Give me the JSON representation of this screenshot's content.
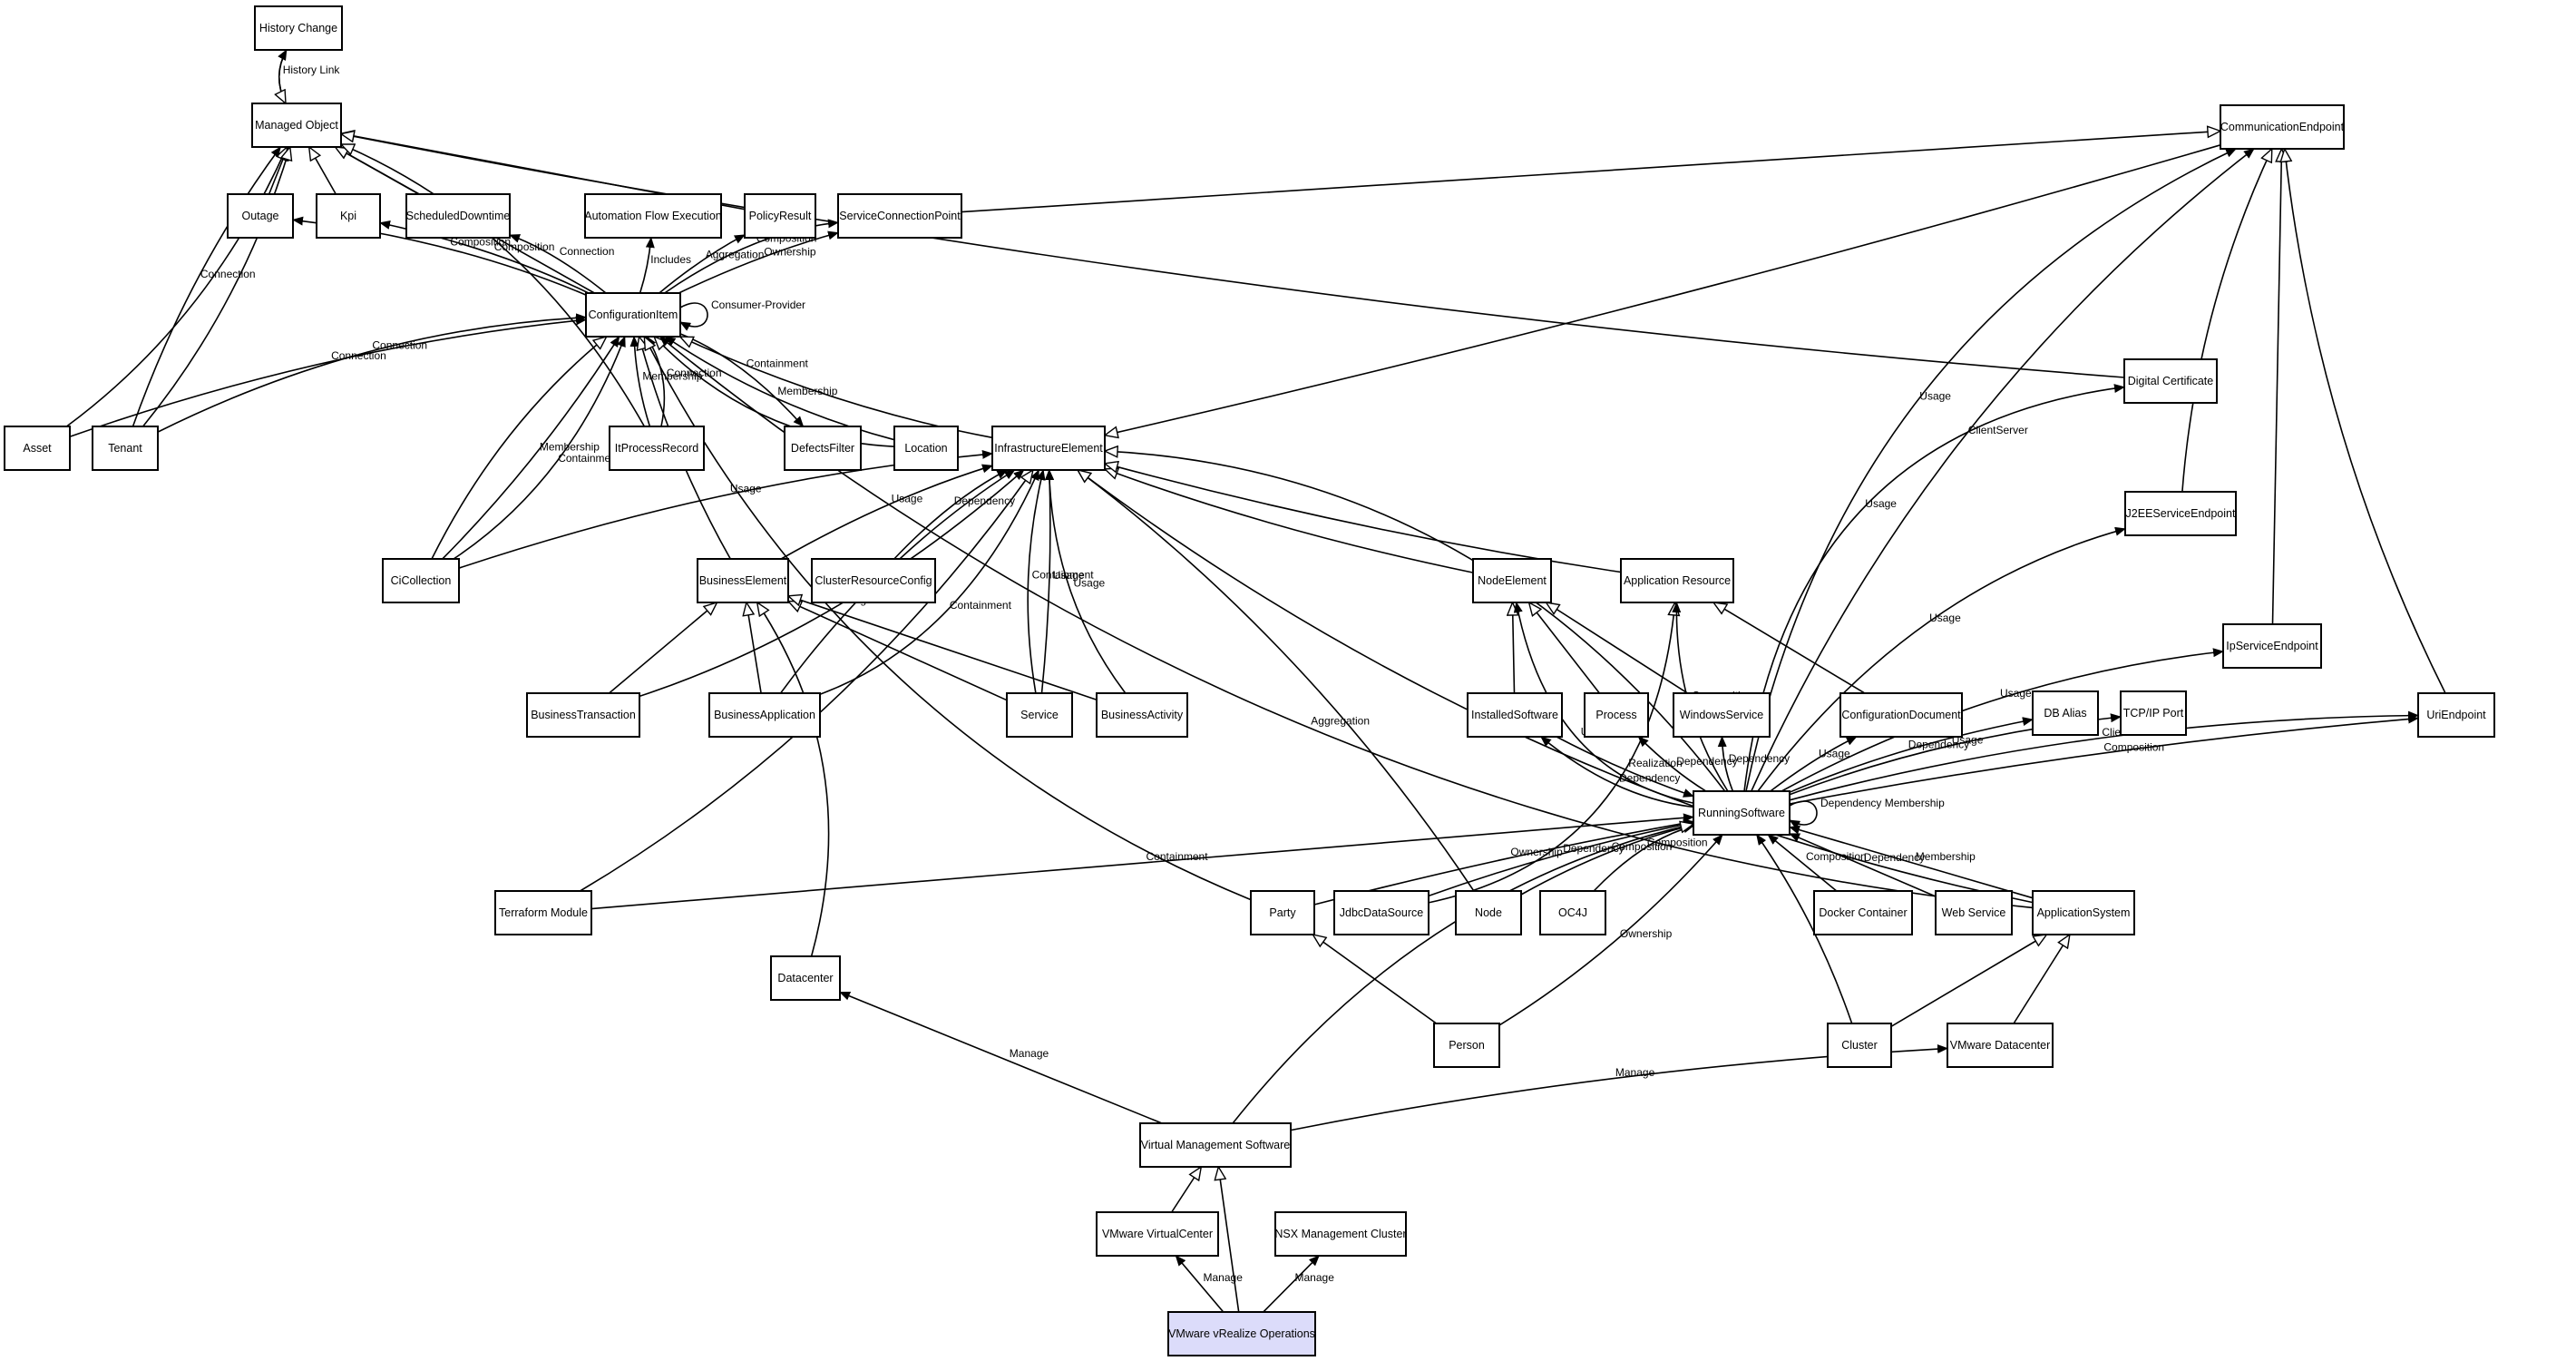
{
  "nodes": [
    {
      "id": "history_change",
      "label": "History Change"
    },
    {
      "id": "managed_object",
      "label": "Managed Object"
    },
    {
      "id": "outage",
      "label": "Outage"
    },
    {
      "id": "kpi",
      "label": "Kpi"
    },
    {
      "id": "scheduled_downtime",
      "label": "ScheduledDowntime"
    },
    {
      "id": "automation_flow_execution",
      "label": "Automation Flow Execution"
    },
    {
      "id": "policy_result",
      "label": "PolicyResult"
    },
    {
      "id": "service_connection_point",
      "label": "ServiceConnectionPoint"
    },
    {
      "id": "communication_endpoint",
      "label": "CommunicationEndpoint"
    },
    {
      "id": "configuration_item",
      "label": "ConfigurationItem"
    },
    {
      "id": "digital_certificate",
      "label": "Digital Certificate"
    },
    {
      "id": "asset",
      "label": "Asset"
    },
    {
      "id": "tenant",
      "label": "Tenant"
    },
    {
      "id": "itprocess_record",
      "label": "ItProcessRecord"
    },
    {
      "id": "defects_filter",
      "label": "DefectsFilter"
    },
    {
      "id": "location",
      "label": "Location"
    },
    {
      "id": "infrastructure_element",
      "label": "InfrastructureElement"
    },
    {
      "id": "j2ee_service_endpoint",
      "label": "J2EEServiceEndpoint"
    },
    {
      "id": "ci_collection",
      "label": "CiCollection"
    },
    {
      "id": "business_element",
      "label": "BusinessElement"
    },
    {
      "id": "cluster_resource_config",
      "label": "ClusterResourceConfig"
    },
    {
      "id": "node_element",
      "label": "NodeElement"
    },
    {
      "id": "application_resource",
      "label": "Application Resource"
    },
    {
      "id": "ip_service_endpoint",
      "label": "IpServiceEndpoint"
    },
    {
      "id": "business_transaction",
      "label": "BusinessTransaction"
    },
    {
      "id": "business_application",
      "label": "BusinessApplication"
    },
    {
      "id": "service",
      "label": "Service"
    },
    {
      "id": "business_activity",
      "label": "BusinessActivity"
    },
    {
      "id": "installed_software",
      "label": "InstalledSoftware"
    },
    {
      "id": "process",
      "label": "Process"
    },
    {
      "id": "windows_service",
      "label": "WindowsService"
    },
    {
      "id": "configuration_document",
      "label": "ConfigurationDocument"
    },
    {
      "id": "db_alias",
      "label": "DB Alias"
    },
    {
      "id": "tcpip_port",
      "label": "TCP/IP Port"
    },
    {
      "id": "uri_endpoint",
      "label": "UriEndpoint"
    },
    {
      "id": "running_software",
      "label": "RunningSoftware"
    },
    {
      "id": "terraform_module",
      "label": "Terraform Module"
    },
    {
      "id": "party",
      "label": "Party"
    },
    {
      "id": "jdbc_data_source",
      "label": "JdbcDataSource"
    },
    {
      "id": "node",
      "label": "Node"
    },
    {
      "id": "oc4j",
      "label": "OC4J"
    },
    {
      "id": "docker_container",
      "label": "Docker Container"
    },
    {
      "id": "web_service",
      "label": "Web Service"
    },
    {
      "id": "application_system",
      "label": "ApplicationSystem"
    },
    {
      "id": "datacenter",
      "label": "Datacenter"
    },
    {
      "id": "person",
      "label": "Person"
    },
    {
      "id": "cluster",
      "label": "Cluster"
    },
    {
      "id": "vmware_datacenter",
      "label": "VMware Datacenter"
    },
    {
      "id": "virtual_management_software",
      "label": "Virtual Management Software"
    },
    {
      "id": "vmware_virtual_center",
      "label": "VMware VirtualCenter"
    },
    {
      "id": "nsx_management_cluster",
      "label": "NSX Management Cluster"
    },
    {
      "id": "vmware_vrealize_operations",
      "label": "VMware vRealize Operations",
      "highlight": true
    }
  ],
  "edges": [
    {
      "id": "e_hc_mo",
      "label": "History Link",
      "from": "managed_object",
      "to": "history_change",
      "arrow": "filled"
    },
    {
      "id": "e_hc_mo_inh",
      "label": "",
      "from": "history_change",
      "to": "managed_object",
      "arrow": "hollow"
    },
    {
      "id": "e_outage_mo",
      "label": "",
      "from": "outage",
      "to": "managed_object",
      "arrow": "hollow"
    },
    {
      "id": "e_kpi_mo",
      "label": "",
      "from": "kpi",
      "to": "managed_object",
      "arrow": "hollow"
    },
    {
      "id": "e_sd_mo",
      "label": "",
      "from": "scheduled_downtime",
      "to": "managed_object",
      "arrow": "hollow"
    },
    {
      "id": "e_pr_mo",
      "label": "",
      "from": "policy_result",
      "to": "managed_object",
      "arrow": "hollow"
    },
    {
      "id": "e_ci_mo",
      "label": "",
      "from": "configuration_item",
      "to": "managed_object",
      "arrow": "hollow"
    },
    {
      "id": "e_asset_mo",
      "label": "",
      "from": "asset",
      "to": "managed_object",
      "arrow": "hollow"
    },
    {
      "id": "e_tenant_mo",
      "label": "",
      "from": "tenant",
      "to": "managed_object",
      "arrow": "hollow"
    },
    {
      "id": "e_tenant_mo_conn",
      "label": "Connection",
      "from": "tenant",
      "to": "managed_object",
      "arrow": "filled"
    },
    {
      "id": "e_itpr_mo",
      "label": "",
      "from": "itprocess_record",
      "to": "managed_object",
      "arrow": "hollow"
    },
    {
      "id": "e_dc_mo",
      "label": "",
      "from": "digital_certificate",
      "to": "managed_object",
      "arrow": "hollow"
    },
    {
      "id": "e_scp_ce",
      "label": "",
      "from": "service_connection_point",
      "to": "communication_endpoint",
      "arrow": "hollow"
    },
    {
      "id": "e_ci_outage",
      "label": "Composition",
      "from": "configuration_item",
      "to": "outage",
      "arrow": "filled"
    },
    {
      "id": "e_ci_kpi",
      "label": "Composition",
      "from": "configuration_item",
      "to": "kpi",
      "arrow": "filled"
    },
    {
      "id": "e_ci_sd",
      "label": "Connection",
      "from": "configuration_item",
      "to": "scheduled_downtime",
      "arrow": "filled"
    },
    {
      "id": "e_ci_afe",
      "label": "Includes",
      "from": "configuration_item",
      "to": "automation_flow_execution",
      "arrow": "filled"
    },
    {
      "id": "e_ci_pr",
      "label": "Aggregation",
      "from": "configuration_item",
      "to": "policy_result",
      "arrow": "filled"
    },
    {
      "id": "e_ci_scp_own",
      "label": "Ownership",
      "from": "configuration_item",
      "to": "service_connection_point",
      "arrow": "filled"
    },
    {
      "id": "e_ci_scp_comp",
      "label": "Composition",
      "from": "configuration_item",
      "to": "service_connection_point",
      "arrow": "filled"
    },
    {
      "id": "e_ci_self",
      "label": "Consumer-Provider",
      "from": "configuration_item",
      "to": "configuration_item",
      "arrow": "filled"
    },
    {
      "id": "e_asset_ci",
      "label": "Connection",
      "from": "asset",
      "to": "configuration_item",
      "arrow": "filled"
    },
    {
      "id": "e_tenant_ci",
      "label": "Connection",
      "from": "tenant",
      "to": "configuration_item",
      "arrow": "filled"
    },
    {
      "id": "e_itpr_ci_conn",
      "label": "Connection",
      "from": "itprocess_record",
      "to": "configuration_item",
      "arrow": "filled"
    },
    {
      "id": "e_itpr_ci_mem",
      "label": "Membership",
      "from": "itprocess_record",
      "to": "configuration_item",
      "arrow": "filled"
    },
    {
      "id": "e_ci_df",
      "label": "Containment",
      "from": "configuration_item",
      "to": "defects_filter",
      "arrow": "filled"
    },
    {
      "id": "e_loc_ci",
      "label": "Membership",
      "from": "location",
      "to": "configuration_item",
      "arrow": "filled"
    },
    {
      "id": "e_loc_ci_inh",
      "label": "",
      "from": "location",
      "to": "configuration_item",
      "arrow": "hollow"
    },
    {
      "id": "e_ie_ci",
      "label": "",
      "from": "infrastructure_element",
      "to": "configuration_item",
      "arrow": "hollow"
    },
    {
      "id": "e_cic_ci_cont",
      "label": "Containment",
      "from": "ci_collection",
      "to": "configuration_item",
      "arrow": "filled"
    },
    {
      "id": "e_cic_ci_mem",
      "label": "Membership",
      "from": "ci_collection",
      "to": "configuration_item",
      "arrow": "filled"
    },
    {
      "id": "e_cic_ci",
      "label": "",
      "from": "ci_collection",
      "to": "configuration_item",
      "arrow": "hollow"
    },
    {
      "id": "e_be_ci",
      "label": "",
      "from": "business_element",
      "to": "configuration_item",
      "arrow": "hollow"
    },
    {
      "id": "e_party_ci",
      "label": "",
      "from": "party",
      "to": "configuration_item",
      "arrow": "hollow"
    },
    {
      "id": "e_as_ci",
      "label": "Aggregation",
      "from": "application_system",
      "to": "configuration_item",
      "arrow": "filled"
    },
    {
      "id": "e_ce_ie",
      "label": "",
      "from": "communication_endpoint",
      "to": "infrastructure_element",
      "arrow": "hollow"
    },
    {
      "id": "e_cic_ie",
      "label": "Usage",
      "from": "ci_collection",
      "to": "infrastructure_element",
      "arrow": "filled"
    },
    {
      "id": "e_be_ie",
      "label": "Usage",
      "from": "business_element",
      "to": "infrastructure_element",
      "arrow": "filled"
    },
    {
      "id": "e_crc_ie",
      "label": "Dependency",
      "from": "cluster_resource_config",
      "to": "infrastructure_element",
      "arrow": "filled"
    },
    {
      "id": "e_bt_ie",
      "label": "Usage",
      "from": "business_transaction",
      "to": "infrastructure_element",
      "arrow": "filled"
    },
    {
      "id": "e_ba_ie_cont",
      "label": "Containment",
      "from": "business_application",
      "to": "infrastructure_element",
      "arrow": "filled"
    },
    {
      "id": "e_ba_ie_usage",
      "label": "Usage",
      "from": "business_application",
      "to": "infrastructure_element",
      "arrow": "filled"
    },
    {
      "id": "e_svc_ie_usage",
      "label": "Usage",
      "from": "service",
      "to": "infrastructure_element",
      "arrow": "filled"
    },
    {
      "id": "e_svc_ie_cont",
      "label": "Containment",
      "from": "service",
      "to": "infrastructure_element",
      "arrow": "filled"
    },
    {
      "id": "e_bact_ie",
      "label": "Usage",
      "from": "business_activity",
      "to": "infrastructure_element",
      "arrow": "filled"
    },
    {
      "id": "e_tm_ie",
      "label": "",
      "from": "terraform_module",
      "to": "infrastructure_element",
      "arrow": "hollow"
    },
    {
      "id": "e_ne_ie",
      "label": "",
      "from": "node_element",
      "to": "infrastructure_element",
      "arrow": "hollow"
    },
    {
      "id": "e_ar_ie",
      "label": "",
      "from": "application_resource",
      "to": "infrastructure_element",
      "arrow": "hollow"
    },
    {
      "id": "e_rs_ie",
      "label": "",
      "from": "running_software",
      "to": "infrastructure_element",
      "arrow": "hollow"
    },
    {
      "id": "e_node_ie",
      "label": "",
      "from": "node",
      "to": "infrastructure_element",
      "arrow": "hollow"
    },
    {
      "id": "e_as_ie",
      "label": "",
      "from": "application_system",
      "to": "infrastructure_element",
      "arrow": "hollow"
    },
    {
      "id": "e_bt_be",
      "label": "",
      "from": "business_transaction",
      "to": "business_element",
      "arrow": "hollow"
    },
    {
      "id": "e_ba_be",
      "label": "",
      "from": "business_application",
      "to": "business_element",
      "arrow": "hollow"
    },
    {
      "id": "e_svc_be",
      "label": "",
      "from": "service",
      "to": "business_element",
      "arrow": "hollow"
    },
    {
      "id": "e_bact_be",
      "label": "",
      "from": "business_activity",
      "to": "business_element",
      "arrow": "hollow"
    },
    {
      "id": "e_dcen_be",
      "label": "",
      "from": "datacenter",
      "to": "business_element",
      "arrow": "hollow"
    },
    {
      "id": "e_j2ee_ce",
      "label": "",
      "from": "j2ee_service_endpoint",
      "to": "communication_endpoint",
      "arrow": "hollow"
    },
    {
      "id": "e_ip_ce",
      "label": "",
      "from": "ip_service_endpoint",
      "to": "communication_endpoint",
      "arrow": "hollow"
    },
    {
      "id": "e_uri_ce",
      "label": "",
      "from": "uri_endpoint",
      "to": "communication_endpoint",
      "arrow": "hollow"
    },
    {
      "id": "e_rs_ce_cs",
      "label": "ClientServer",
      "from": "running_software",
      "to": "communication_endpoint",
      "arrow": "filled"
    },
    {
      "id": "e_rs_ce_usage",
      "label": "Usage",
      "from": "running_software",
      "to": "communication_endpoint",
      "arrow": "filled"
    },
    {
      "id": "e_rs_j2ee",
      "label": "Usage",
      "from": "running_software",
      "to": "j2ee_service_endpoint",
      "arrow": "filled"
    },
    {
      "id": "e_rs_ip",
      "label": "Usage",
      "from": "running_software",
      "to": "ip_service_endpoint",
      "arrow": "filled"
    },
    {
      "id": "e_rs_uri_comp",
      "label": "Composition",
      "from": "running_software",
      "to": "uri_endpoint",
      "arrow": "filled"
    },
    {
      "id": "e_rs_uri_cs",
      "label": "ClientServer",
      "from": "running_software",
      "to": "uri_endpoint",
      "arrow": "filled"
    },
    {
      "id": "e_rs_dc",
      "label": "Usage",
      "from": "running_software",
      "to": "digital_certificate",
      "arrow": "filled"
    },
    {
      "id": "e_is_ne",
      "label": "",
      "from": "installed_software",
      "to": "node_element",
      "arrow": "hollow"
    },
    {
      "id": "e_proc_ne",
      "label": "",
      "from": "process",
      "to": "node_element",
      "arrow": "hollow"
    },
    {
      "id": "e_ws_ne",
      "label": "",
      "from": "windows_service",
      "to": "node_element",
      "arrow": "hollow"
    },
    {
      "id": "e_rs_ne",
      "label": "Usage",
      "from": "running_software",
      "to": "node_element",
      "arrow": "filled"
    },
    {
      "id": "e_jdbc_ar",
      "label": "",
      "from": "jdbc_data_source",
      "to": "application_resource",
      "arrow": "hollow"
    },
    {
      "id": "e_cd_ar",
      "label": "",
      "from": "configuration_document",
      "to": "application_resource",
      "arrow": "hollow"
    },
    {
      "id": "e_rs_ar",
      "label": "Composition",
      "from": "running_software",
      "to": "application_resource",
      "arrow": "filled"
    },
    {
      "id": "e_rs_is",
      "label": "Dependency",
      "from": "running_software",
      "to": "installed_software",
      "arrow": "filled"
    },
    {
      "id": "e_is_rs",
      "label": "Realization",
      "from": "installed_software",
      "to": "running_software",
      "arrow": "filled"
    },
    {
      "id": "e_rs_proc",
      "label": "Dependency",
      "from": "running_software",
      "to": "process",
      "arrow": "filled"
    },
    {
      "id": "e_rs_ws",
      "label": "Dependency",
      "from": "running_software",
      "to": "windows_service",
      "arrow": "filled"
    },
    {
      "id": "e_rs_cd",
      "label": "Usage",
      "from": "running_software",
      "to": "configuration_document",
      "arrow": "filled"
    },
    {
      "id": "e_rs_dba",
      "label": "Dependency",
      "from": "running_software",
      "to": "db_alias",
      "arrow": "filled"
    },
    {
      "id": "e_rs_tcp",
      "label": "Usage",
      "from": "running_software",
      "to": "tcpip_port",
      "arrow": "filled"
    },
    {
      "id": "e_rs_self",
      "label": "Dependency Membership",
      "from": "running_software",
      "to": "running_software",
      "arrow": "filled"
    },
    {
      "id": "e_tm_rs",
      "label": "Containment",
      "from": "terraform_module",
      "to": "running_software",
      "arrow": "filled"
    },
    {
      "id": "e_party_rs",
      "label": "Ownership",
      "from": "party",
      "to": "running_software",
      "arrow": "filled"
    },
    {
      "id": "e_jdbc_rs",
      "label": "Dependency",
      "from": "jdbc_data_source",
      "to": "running_software",
      "arrow": "filled"
    },
    {
      "id": "e_node_rs",
      "label": "Composition",
      "from": "node",
      "to": "running_software",
      "arrow": "filled"
    },
    {
      "id": "e_oc4j_rs",
      "label": "Composition",
      "from": "oc4j",
      "to": "running_software",
      "arrow": "filled"
    },
    {
      "id": "e_docker_rs",
      "label": "Composition",
      "from": "docker_container",
      "to": "running_software",
      "arrow": "filled"
    },
    {
      "id": "e_webs_rs",
      "label": "Dependency",
      "from": "web_service",
      "to": "running_software",
      "arrow": "filled"
    },
    {
      "id": "e_as_rs",
      "label": "Membership",
      "from": "application_system",
      "to": "running_software",
      "arrow": "filled"
    },
    {
      "id": "e_person_rs",
      "label": "Ownership",
      "from": "person",
      "to": "running_software",
      "arrow": "filled"
    },
    {
      "id": "e_cluster_rs",
      "label": "Membership",
      "from": "cluster",
      "to": "running_software",
      "arrow": "filled"
    },
    {
      "id": "e_vms_rs",
      "label": "",
      "from": "virtual_management_software",
      "to": "running_software",
      "arrow": "hollow"
    },
    {
      "id": "e_person_party",
      "label": "",
      "from": "person",
      "to": "party",
      "arrow": "hollow"
    },
    {
      "id": "e_cluster_as",
      "label": "",
      "from": "cluster",
      "to": "application_system",
      "arrow": "hollow"
    },
    {
      "id": "e_vmdc_as",
      "label": "",
      "from": "vmware_datacenter",
      "to": "application_system",
      "arrow": "hollow"
    },
    {
      "id": "e_vms_dcen",
      "label": "Manage",
      "from": "virtual_management_software",
      "to": "datacenter",
      "arrow": "filled"
    },
    {
      "id": "e_vms_vmdc",
      "label": "Manage",
      "from": "virtual_management_software",
      "to": "vmware_datacenter",
      "arrow": "filled"
    },
    {
      "id": "e_vvc_vms",
      "label": "",
      "from": "vmware_virtual_center",
      "to": "virtual_management_software",
      "arrow": "hollow"
    },
    {
      "id": "e_vro_vms",
      "label": "",
      "from": "vmware_vrealize_operations",
      "to": "virtual_management_software",
      "arrow": "hollow"
    },
    {
      "id": "e_vro_vvc",
      "label": "Manage",
      "from": "vmware_vrealize_operations",
      "to": "vmware_virtual_center",
      "arrow": "filled"
    },
    {
      "id": "e_vro_nsx",
      "label": "Manage",
      "from": "vmware_vrealize_operations",
      "to": "nsx_management_cluster",
      "arrow": "filled"
    }
  ]
}
